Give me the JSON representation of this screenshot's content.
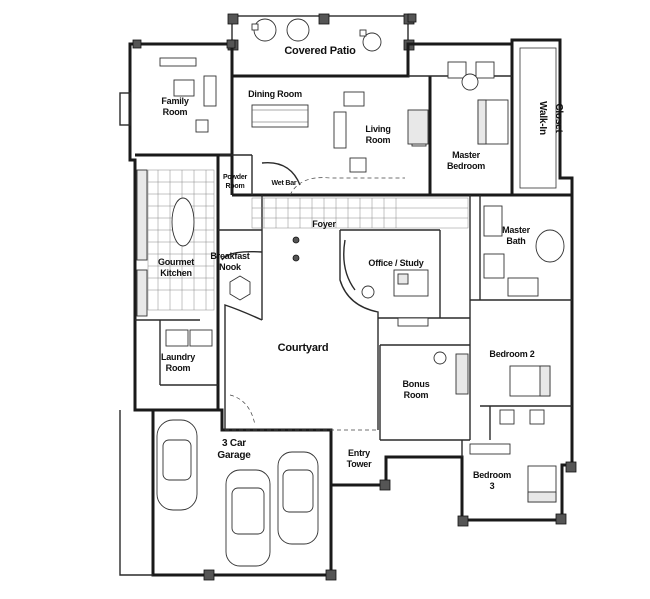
{
  "rooms": {
    "covered_patio": "Covered Patio",
    "family_room_1": "Family",
    "family_room_2": "Room",
    "dining_room": "Dining Room",
    "living_room_1": "Living",
    "living_room_2": "Room",
    "master_bedroom_1": "Master",
    "master_bedroom_2": "Bedroom",
    "walk_in_closet_1": "Walk-In",
    "walk_in_closet_2": "Closet",
    "powder_room_1": "Powder",
    "powder_room_2": "Room",
    "wet_bar": "Wet Bar",
    "foyer": "Foyer",
    "master_bath_1": "Master",
    "master_bath_2": "Bath",
    "gourmet_kitchen_1": "Gourmet",
    "gourmet_kitchen_2": "Kitchen",
    "breakfast_nook_1": "Breakfast",
    "breakfast_nook_2": "Nook",
    "office_study": "Office / Study",
    "courtyard": "Courtyard",
    "laundry_room_1": "Laundry",
    "laundry_room_2": "Room",
    "bedroom_2": "Bedroom 2",
    "bonus_room_1": "Bonus",
    "bonus_room_2": "Room",
    "garage_1": "3 Car",
    "garage_2": "Garage",
    "entry_tower_1": "Entry",
    "entry_tower_2": "Tower",
    "bedroom_3_1": "Bedroom",
    "bedroom_3_2": "3"
  }
}
